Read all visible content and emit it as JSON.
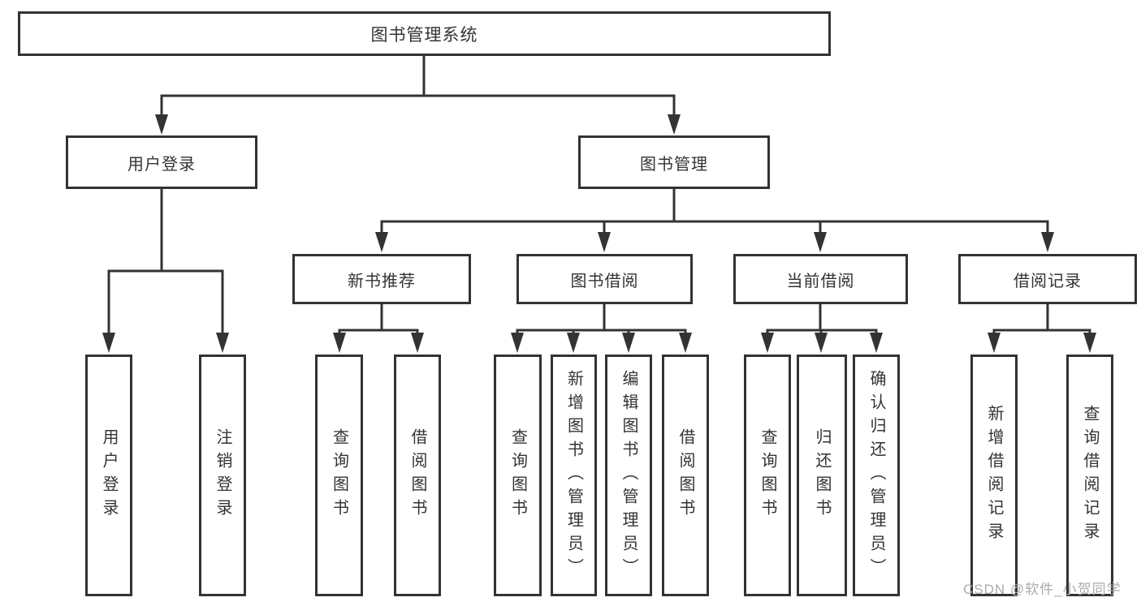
{
  "diagram": {
    "title": "图书管理系统",
    "root": {
      "label": "图书管理系统"
    },
    "level2": [
      {
        "id": "user-login",
        "label": "用户登录"
      },
      {
        "id": "book-management",
        "label": "图书管理"
      }
    ],
    "level3": [
      {
        "id": "new-book-recommend",
        "label": "新书推荐",
        "parent": "book-management"
      },
      {
        "id": "book-borrow",
        "label": "图书借阅",
        "parent": "book-management"
      },
      {
        "id": "current-borrow",
        "label": "当前借阅",
        "parent": "book-management"
      },
      {
        "id": "borrow-records",
        "label": "借阅记录",
        "parent": "book-management"
      }
    ],
    "leaves": [
      {
        "parent": "user-login",
        "label": "用户登录"
      },
      {
        "parent": "user-login",
        "label": "注销登录"
      },
      {
        "parent": "new-book-recommend",
        "label": "查询图书"
      },
      {
        "parent": "new-book-recommend",
        "label": "借阅图书"
      },
      {
        "parent": "book-borrow",
        "label": "查询图书"
      },
      {
        "parent": "book-borrow",
        "label": "新增图书（管理员）"
      },
      {
        "parent": "book-borrow",
        "label": "编辑图书（管理员）"
      },
      {
        "parent": "book-borrow",
        "label": "借阅图书"
      },
      {
        "parent": "current-borrow",
        "label": "查询图书"
      },
      {
        "parent": "current-borrow",
        "label": "归还图书"
      },
      {
        "parent": "current-borrow",
        "label": "确认归还（管理员）"
      },
      {
        "parent": "borrow-records",
        "label": "新增借阅记录"
      },
      {
        "parent": "borrow-records",
        "label": "查询借阅记录"
      }
    ],
    "colors": {
      "line": "#333333",
      "box_border": "#333333",
      "text": "#333333",
      "background": "#ffffff",
      "watermark": "#ababab"
    },
    "watermark": "CSDN @软件_小贺同学"
  }
}
